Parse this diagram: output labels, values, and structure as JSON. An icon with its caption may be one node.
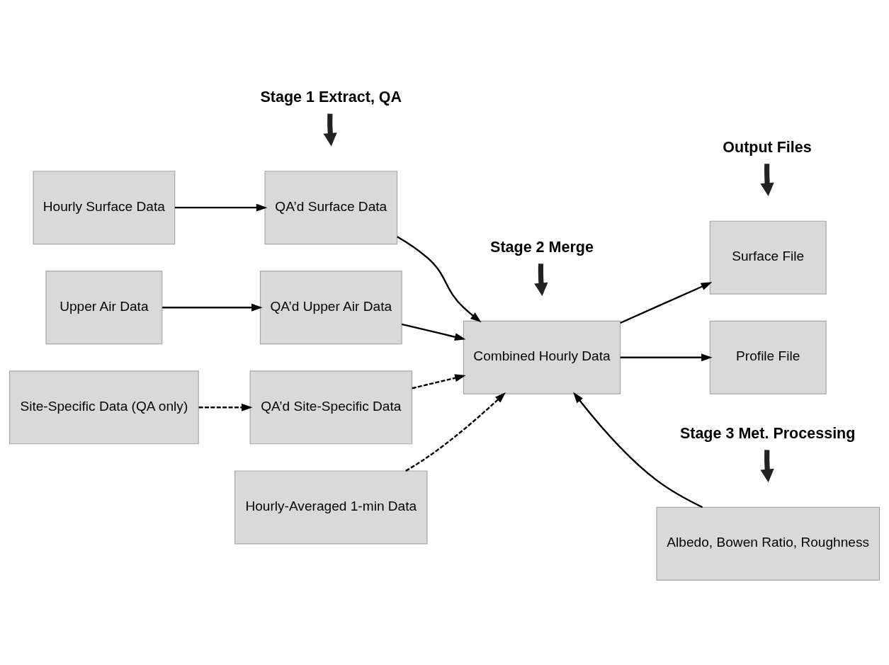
{
  "diagram": {
    "nodes": [
      {
        "text": [
          "Stage 1 Extract, QA"
        ]
      },
      {
        "text": [
          "Stage 2 Merge"
        ]
      },
      {
        "text": [
          "Stage 3 Met. Processing"
        ]
      },
      {
        "text": [
          "Output Files"
        ]
      },
      {
        "text": [
          "Hourly Surface Data"
        ]
      },
      {
        "text": [
          "QA’d Surface Data"
        ]
      },
      {
        "text": [
          "Upper Air Data"
        ]
      },
      {
        "text": [
          "QA’d Upper Air Data"
        ]
      },
      {
        "text": [
          "Site-Specific Data (QA only)"
        ]
      },
      {
        "text": [
          "QA’d Site-Specific Data"
        ]
      },
      {
        "text": [
          "Hourly-Averaged 1-min Data"
        ]
      },
      {
        "text": [
          "Combined Hourly Data"
        ]
      },
      {
        "text": [
          "Surface File"
        ]
      },
      {
        "text": [
          "Profile File"
        ]
      },
      {
        "text": [
          "Albedo, Bowen Ratio, Roughness"
        ]
      }
    ],
    "edges": [
      {
        "from": 0,
        "to": null,
        "arrow": "to",
        "style": "thick"
      },
      {
        "from": 1,
        "to": null,
        "arrow": "to",
        "style": "thick"
      },
      {
        "from": 2,
        "to": null,
        "arrow": "to",
        "style": "thick"
      },
      {
        "from": 3,
        "to": null,
        "arrow": "to",
        "style": "thick"
      },
      {
        "from": 4,
        "to": 5,
        "arrow": "to"
      },
      {
        "from": 5,
        "to": 11,
        "arrow": "to"
      },
      {
        "from": 6,
        "to": 7,
        "arrow": "to"
      },
      {
        "from": 7,
        "to": 11,
        "arrow": "to"
      },
      {
        "from": 8,
        "to": 9,
        "arrow": "to",
        "style": "dashed"
      },
      {
        "from": 9,
        "to": 11,
        "arrow": "to",
        "style": "dashed"
      },
      {
        "from": 10,
        "to": 11,
        "arrow": "to",
        "style": "dashed"
      },
      {
        "from": 14,
        "to": 11,
        "arrow": "to"
      },
      {
        "from": 11,
        "to": 12,
        "arrow": "to"
      },
      {
        "from": 11,
        "to": 13,
        "arrow": "to"
      }
    ]
  }
}
